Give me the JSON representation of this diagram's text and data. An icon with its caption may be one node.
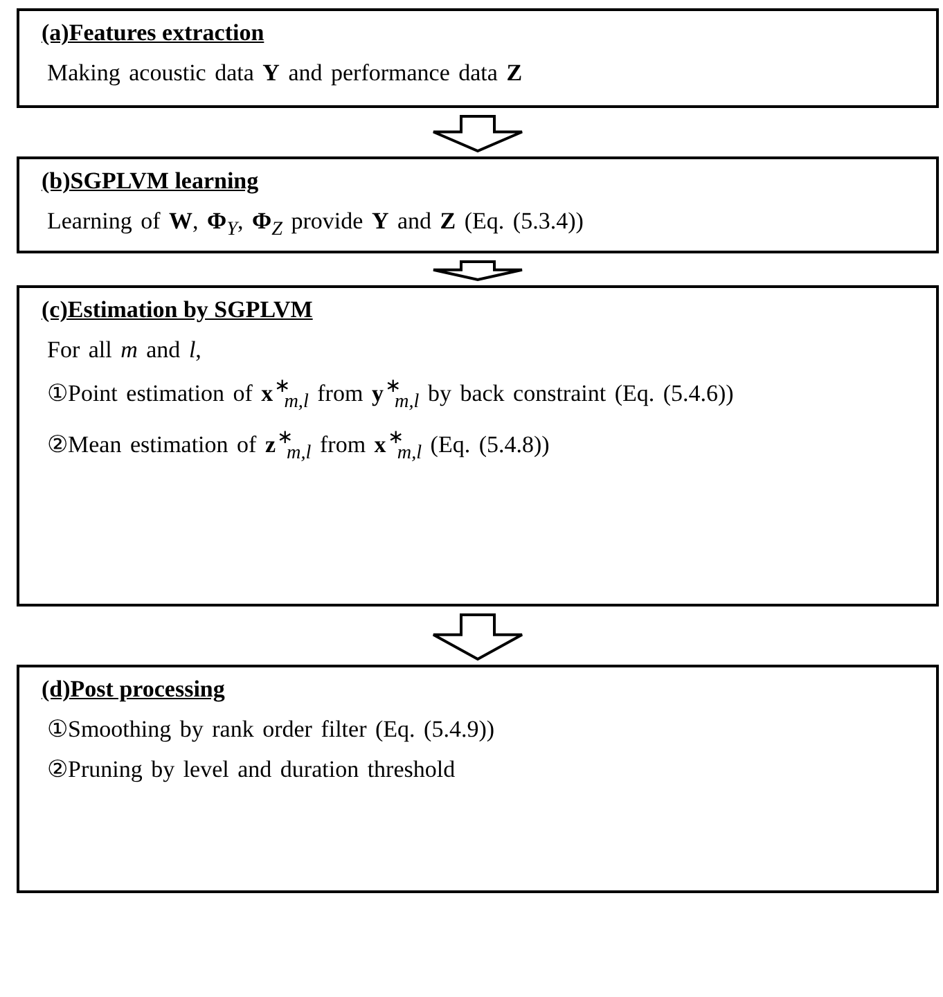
{
  "diagram": {
    "nodes": [
      {
        "text": [
          "(a)Features extraction",
          "Making acoustic data **Y** and performance data **Z**"
        ]
      },
      {
        "text": [
          "(b)SGPLVM learning",
          "Learning of **W**, **Φ**$_{Y}$, **Φ**$_{Z}$ provide **Y** and **Z** (Eq. (5.3.4))"
        ]
      },
      {
        "text": [
          "(c)Estimation by SGPLVM",
          "For all *m* and *l*,",
          "①Point estimation of **x**$^{∗}$$_{m,l}$ from **y**$^{∗}$$_{m,l}$ by back constraint (Eq. (5.4.6))",
          "②Mean estimation of **z**$^{∗}$$_{m,l}$ from **x**$^{∗}$$_{m,l}$ (Eq. (5.4.8))"
        ]
      },
      {
        "text": [
          "(d)Post processing",
          "①Smoothing by rank order filter (Eq. (5.4.9))",
          "②Pruning by level and duration threshold"
        ]
      }
    ],
    "edges": [
      {
        "from": 0,
        "to": 1,
        "arrow": "to"
      },
      {
        "from": 1,
        "to": 2,
        "arrow": "to"
      },
      {
        "from": 2,
        "to": 3,
        "arrow": "to"
      }
    ]
  }
}
